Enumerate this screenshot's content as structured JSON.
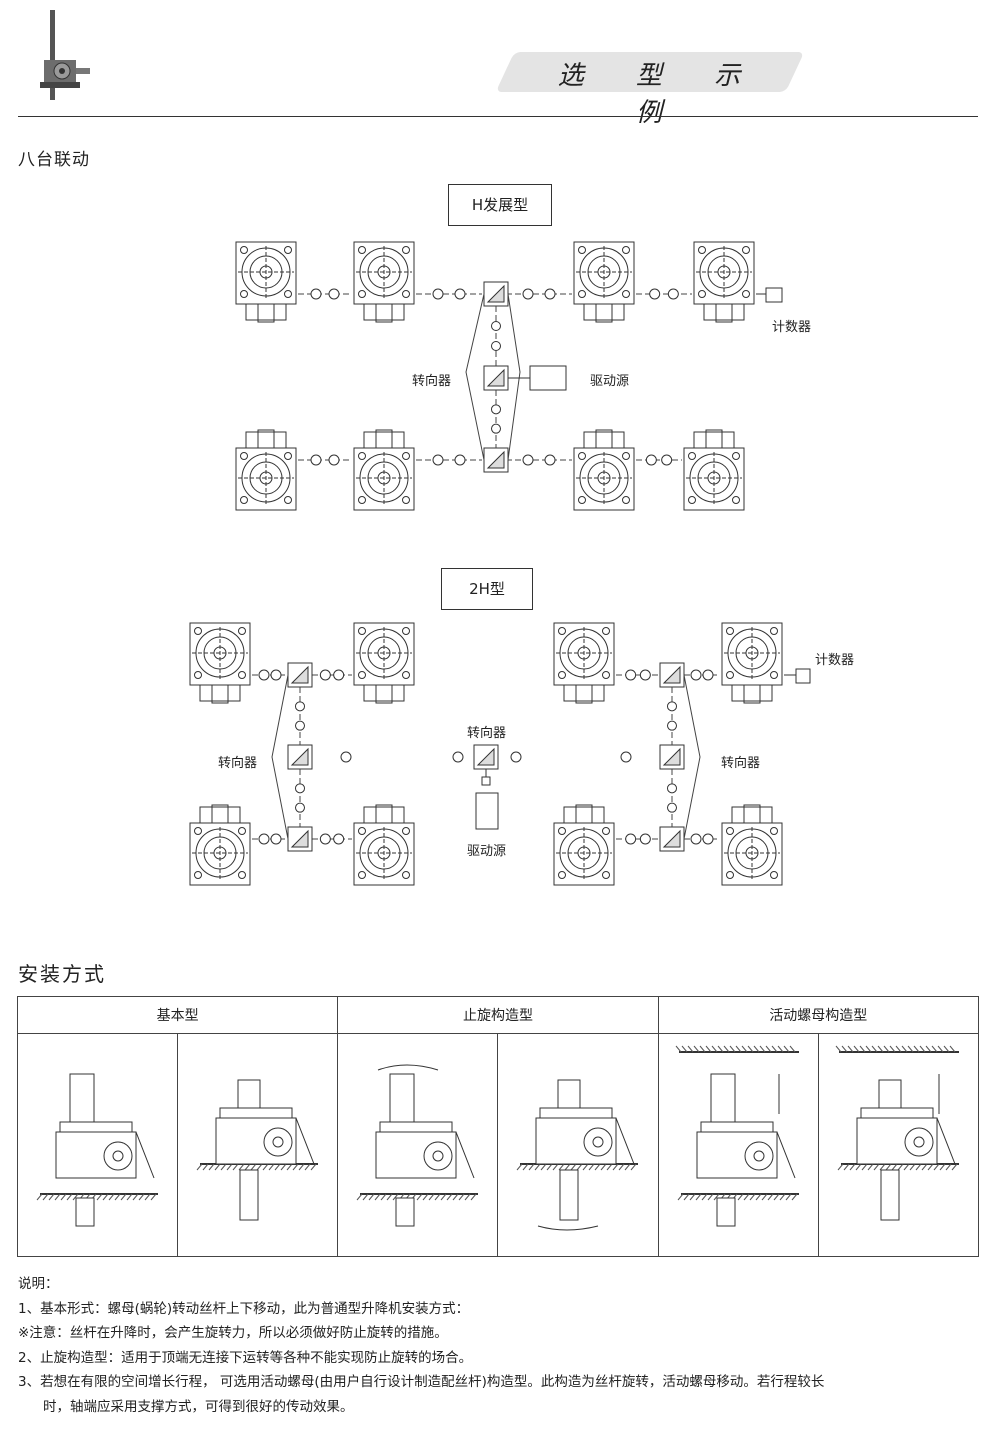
{
  "header": {
    "title": "选 型 示 例"
  },
  "section1": {
    "title": "八台联动",
    "h_type": {
      "label": "H发展型",
      "reverser_label": "转向器",
      "drive_label": "驱动源",
      "counter_label": "计数器"
    },
    "h2_type": {
      "label": "2H型",
      "counter_label": "计数器",
      "reverser_left": "转向器",
      "reverser_center": "转向器",
      "reverser_right": "转向器",
      "drive_label": "驱动源"
    }
  },
  "section2": {
    "title": "安装方式",
    "columns": [
      "基本型",
      "止旋构造型",
      "活动螺母构造型"
    ]
  },
  "notes": {
    "heading": "说明：",
    "lines": [
      "1、基本形式：螺母(蜗轮)转动丝杆上下移动，此为普通型升降机安装方式：",
      "※注意：丝杆在升降时，会产生旋转力，所以必须做好防止旋转的措施。",
      "2、止旋构造型：适用于顶端无连接下运转等各种不能实现防止旋转的场合。",
      "3、若想在有限的空间增长行程， 可选用活动螺母(由用户自行设计制造配丝杆)构造型。此构造为丝杆旋转，活动螺母移动。若行程较长",
      "时，轴端应采用支撑方式，可得到很好的传动效果。"
    ]
  }
}
